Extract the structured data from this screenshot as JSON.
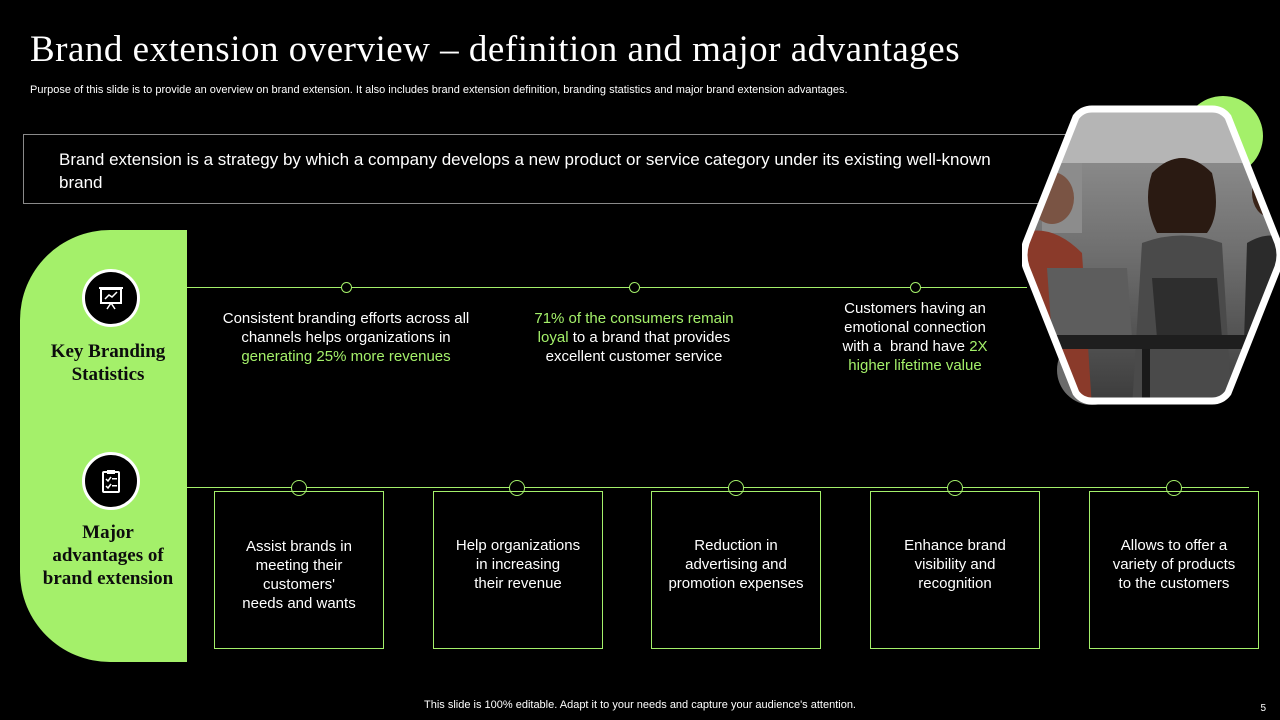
{
  "slide": {
    "title": "Brand extension overview – definition and major advantages",
    "subtitle": "Purpose of this slide is to provide an overview on brand extension. It also includes brand extension definition, branding statistics and major brand extension advantages.",
    "definition": "Brand extension is a strategy by which a company develops a new product or service category under its existing well-known brand",
    "footer": "This slide is 100% editable. Adapt it to your needs and capture your audience's attention.",
    "page_number": "5"
  },
  "panel": {
    "stats_label_line1": "Key Branding",
    "stats_label_line2": "Statistics",
    "adv_label_line1": "Major",
    "adv_label_line2": "advantages of",
    "adv_label_line3": "brand extension",
    "stats_icon": "presentation-board-icon",
    "adv_icon": "checklist-clipboard-icon"
  },
  "stats": [
    {
      "line1": "Consistent branding efforts across all",
      "line2": "channels helps organizations in",
      "hl": "generating 25% more revenues"
    },
    {
      "hl1": "71% of the consumers remain",
      "hl2": "loyal",
      "rest2": " to a brand that provides",
      "line3": "excellent customer service"
    },
    {
      "line1": "Customers having an",
      "line2": "emotional connection",
      "line3a": "with a  brand have ",
      "hl3": "2X",
      "hl4": "higher lifetime value"
    }
  ],
  "advantages": [
    {
      "lines": [
        "Assist brands in",
        "meeting their",
        "customers'",
        "needs and wants"
      ]
    },
    {
      "lines": [
        "Help organizations",
        "in increasing",
        "their revenue"
      ]
    },
    {
      "lines": [
        "Reduction in",
        "advertising and",
        "promotion expenses"
      ]
    },
    {
      "lines": [
        "Enhance brand",
        "visibility and",
        "recognition"
      ]
    },
    {
      "lines": [
        "Allows to offer a",
        "variety of products",
        "to the customers"
      ]
    }
  ],
  "colors": {
    "accent": "#a4f06a",
    "background": "#000000",
    "box_border": "#8a8a8a",
    "deco_gray": "#6b6b6b"
  }
}
